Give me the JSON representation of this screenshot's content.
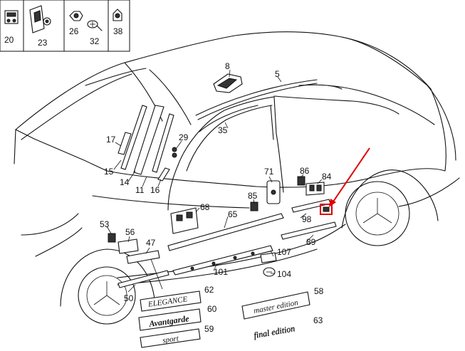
{
  "header_parts": [
    {
      "number": "20",
      "icon": "clip-assembly-icon"
    },
    {
      "number": "23",
      "icon": "retainer-clip-icon"
    },
    {
      "number": "26",
      "icon": "nut-icon"
    },
    {
      "number": "32",
      "icon": "screw-icon"
    },
    {
      "number": "38",
      "icon": "push-nut-icon"
    }
  ],
  "callouts": {
    "n5": "5",
    "n8": "8",
    "n11": "11",
    "n14": "14",
    "n15": "15",
    "n16": "16",
    "n17": "17",
    "n29": "29",
    "n35": "35",
    "n47": "47",
    "n50": "50",
    "n53": "53",
    "n56": "56",
    "n65": "65",
    "n68": "68",
    "n71": "71",
    "n84": "84",
    "n85": "85",
    "n86": "86",
    "n89": "89",
    "n98": "98",
    "n101": "101",
    "n104": "104",
    "n107": "107",
    "n58": "58",
    "n59": "59",
    "n60": "60",
    "n62": "62",
    "n63": "63"
  },
  "badges": {
    "elegance": "ELEGANCE",
    "avantgarde": "Avantgarde",
    "sport": "sport",
    "master": "master edition",
    "final": "final edition"
  },
  "highlight": {
    "color": "#e00000",
    "target_part": "98"
  }
}
